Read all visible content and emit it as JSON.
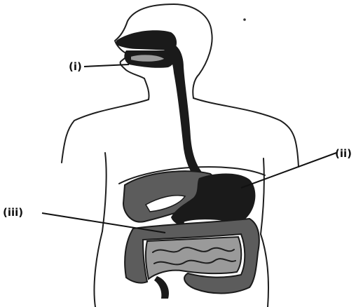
{
  "labels": {
    "mouth": "(i)",
    "stomach": "(ii)",
    "intestine": "(iii)"
  },
  "colors": {
    "background": "#ffffff",
    "tract": "#1a1a1a",
    "organ_dark": "#5c5c5c",
    "organ_light": "#9a9a9a"
  }
}
